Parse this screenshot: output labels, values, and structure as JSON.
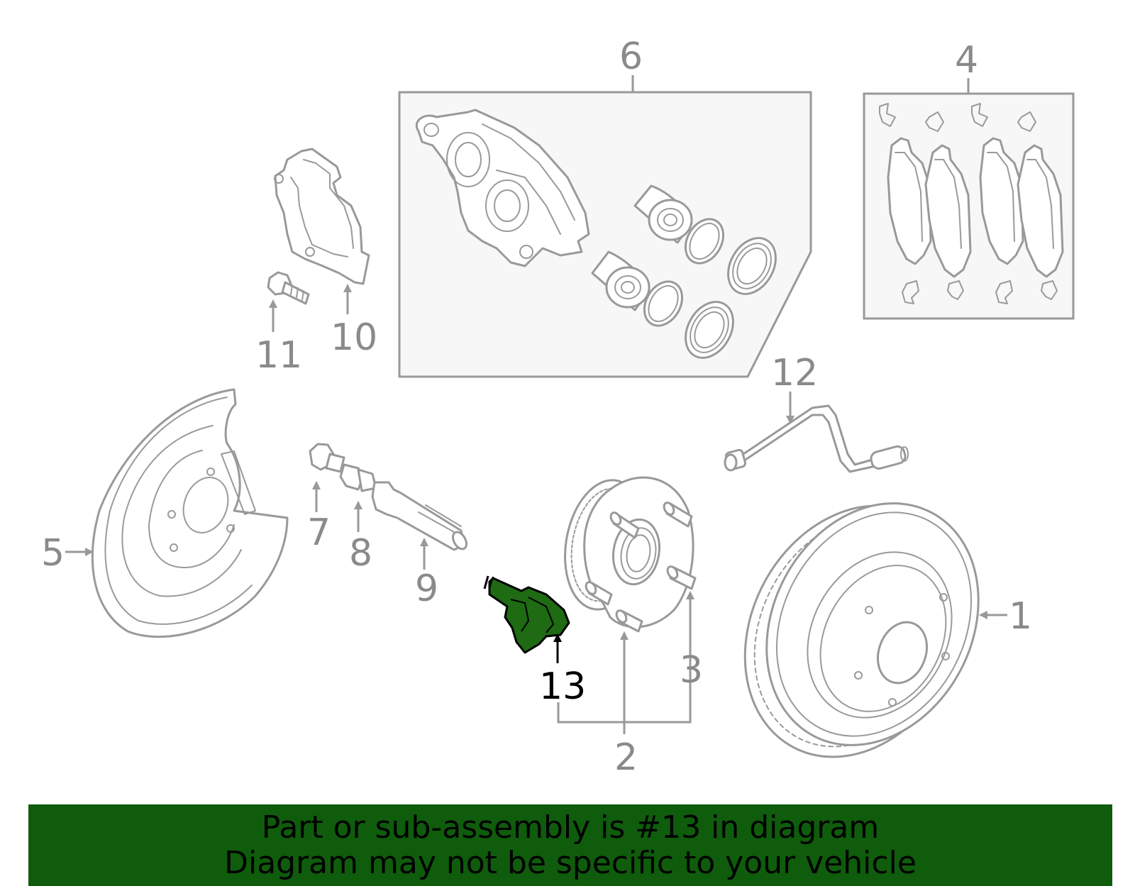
{
  "diagram": {
    "callouts": [
      {
        "id": "1",
        "label": "1"
      },
      {
        "id": "2",
        "label": "2"
      },
      {
        "id": "3",
        "label": "3"
      },
      {
        "id": "4",
        "label": "4"
      },
      {
        "id": "5",
        "label": "5"
      },
      {
        "id": "6",
        "label": "6"
      },
      {
        "id": "7",
        "label": "7"
      },
      {
        "id": "8",
        "label": "8"
      },
      {
        "id": "9",
        "label": "9"
      },
      {
        "id": "10",
        "label": "10"
      },
      {
        "id": "11",
        "label": "11"
      },
      {
        "id": "12",
        "label": "12"
      },
      {
        "id": "13",
        "label": "13"
      }
    ],
    "highlighted_callout": "13",
    "colors": {
      "line": "#999999",
      "highlight_part": "#1e6b14",
      "banner": "#0f5c0c",
      "box_fill": "#f7f7f7"
    }
  },
  "banner": {
    "line1": "Part or sub-assembly is #13 in diagram",
    "line2": "Diagram may not be specific to your vehicle"
  }
}
